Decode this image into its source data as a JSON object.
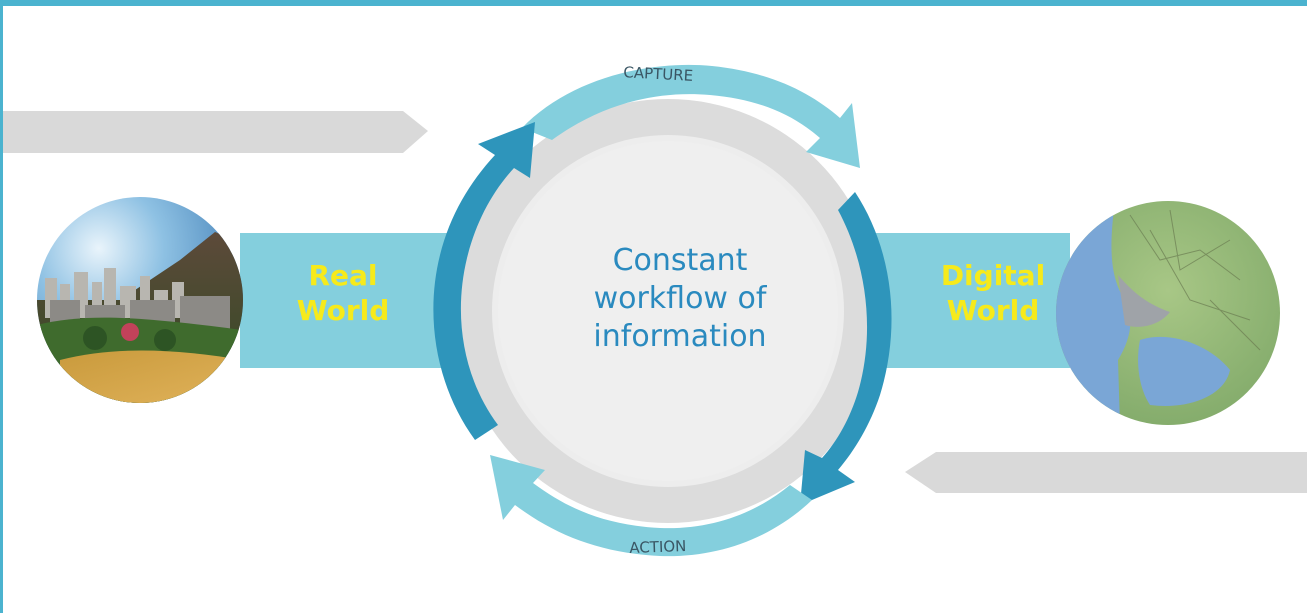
{
  "diagram": {
    "left_label": "Real\nWorld",
    "right_label": "Digital\nWorld",
    "center_text": "Constant\nworkflow of\ninformation",
    "top_arc_label": "CAPTURE",
    "bottom_arc_label": "ACTION",
    "left_image": "city-photo",
    "right_image": "map-photo"
  },
  "colors": {
    "frame": "#4bb3cf",
    "band": "#84cfdd",
    "arrow_dark": "#2e95bb",
    "arrow_light": "#84cfdd",
    "grey_arrow": "#d7d7d7",
    "label": "#f6ea1b",
    "center_text": "#2a8abf"
  }
}
